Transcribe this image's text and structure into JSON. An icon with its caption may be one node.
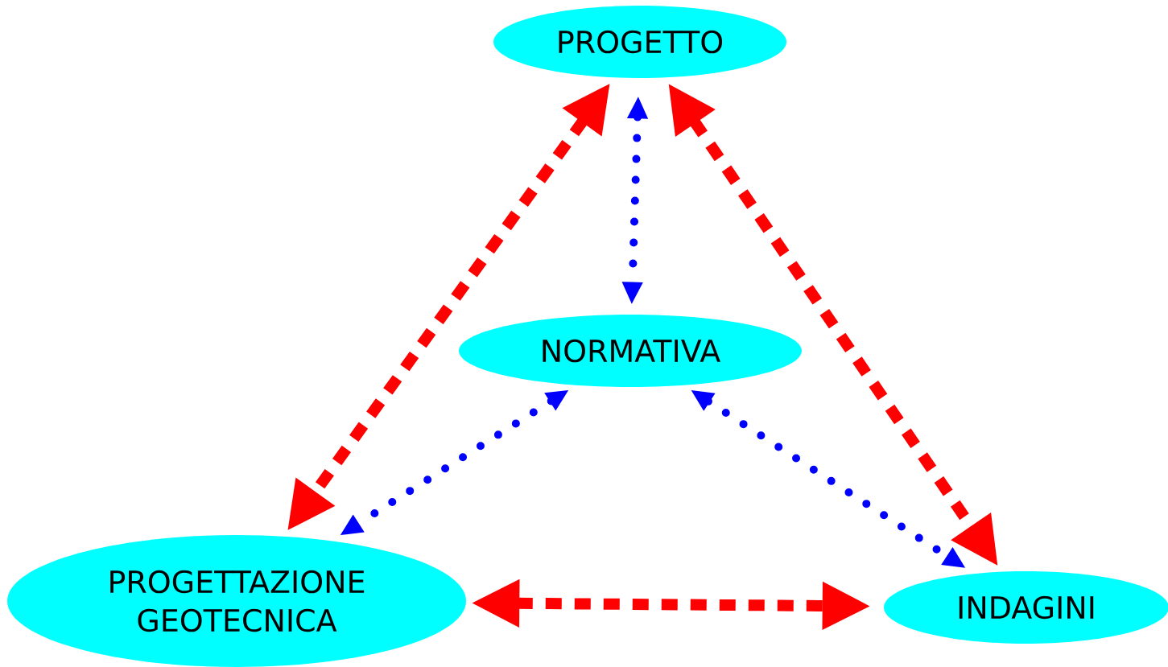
{
  "diagram": {
    "nodes": [
      {
        "text": [
          "PROGETTO"
        ]
      },
      {
        "text": [
          "NORMATIVA"
        ]
      },
      {
        "text": [
          "PROGETTAZIONE GEOTECNICA"
        ]
      },
      {
        "text": [
          "INDAGINI"
        ]
      }
    ],
    "edges": [
      {
        "from": 0,
        "to": 2,
        "arrow": "both",
        "style": "dashed",
        "color": "#ff0000"
      },
      {
        "from": 0,
        "to": 1,
        "arrow": "both",
        "style": "dashed",
        "color": "#0000ff"
      },
      {
        "from": 0,
        "to": 3,
        "arrow": "both",
        "style": "dashed",
        "color": "#ff0000"
      },
      {
        "from": 1,
        "to": 2,
        "arrow": "both",
        "style": "dashed",
        "color": "#0000ff"
      },
      {
        "from": 1,
        "to": 3,
        "arrow": "both",
        "style": "dashed",
        "color": "#0000ff"
      },
      {
        "from": 2,
        "to": 3,
        "arrow": "both",
        "style": "dashed",
        "color": "#ff0000"
      }
    ]
  }
}
